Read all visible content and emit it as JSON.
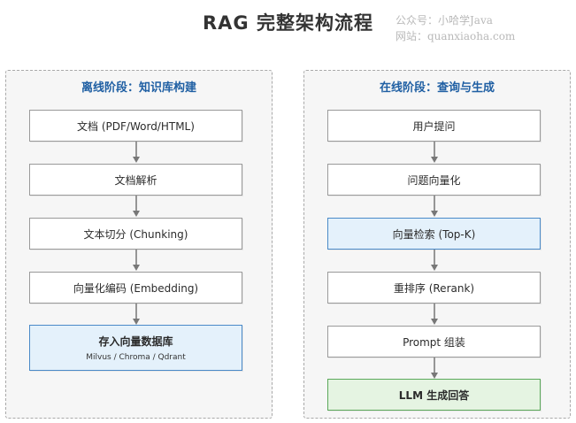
{
  "title": "RAG 完整架构流程",
  "watermark": {
    "line1": "公众号：小哈学Java",
    "line2": "网站：quanxiaoha.com"
  },
  "offline": {
    "title": "离线阶段：知识库构建",
    "steps": [
      "文档 (PDF/Word/HTML)",
      "文档解析",
      "文本切分 (Chunking)",
      "向量化编码 (Embedding)",
      "存入向量数据库"
    ],
    "db_subtitle": "Milvus / Chroma / Qdrant"
  },
  "online": {
    "title": "在线阶段：查询与生成",
    "steps": [
      "用户提问",
      "问题向量化",
      "向量检索 (Top-K)",
      "重排序 (Rerank)",
      "Prompt 组装",
      "LLM 生成回答"
    ]
  },
  "colors": {
    "panel_title": "#1f5fa3",
    "highlight_blue": "#e4f1fb",
    "highlight_green": "#e5f4e2",
    "arrow": "#777777"
  }
}
